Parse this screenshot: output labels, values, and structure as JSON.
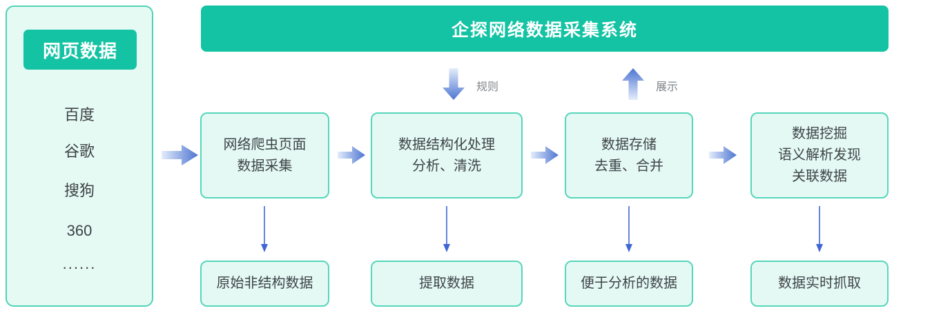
{
  "source_panel": {
    "title": "网页数据",
    "items": [
      "百度",
      "谷歌",
      "搜狗",
      "360",
      "......"
    ]
  },
  "banner": {
    "title": "企探网络数据采集系统"
  },
  "flow": {
    "stages": [
      {
        "label": "网络爬虫页面\n数据采集",
        "output": "原始非结构数据"
      },
      {
        "label": "数据结构化处理\n分析、清洗",
        "output": "提取数据"
      },
      {
        "label": "数据存储\n去重、合并",
        "output": "便于分析的数据"
      },
      {
        "label": "数据挖掘\n语义解析发现\n关联数据",
        "output": "数据实时抓取"
      }
    ]
  },
  "annotations": {
    "rules_label": "规则",
    "display_label": "展示"
  },
  "colors": {
    "teal": "#13c3a3",
    "panel_fill": "#e6faf4",
    "box_fill": "#e4f9f3",
    "box_border": "#55d6ba",
    "arrow_blue_dark": "#4d74d1",
    "arrow_blue_light": "#e3edfb",
    "thin_arrow_blue": "#3f66d4",
    "note_gray": "#7f8488",
    "text_dark": "#3e4449",
    "text_white": "#ffffff"
  }
}
